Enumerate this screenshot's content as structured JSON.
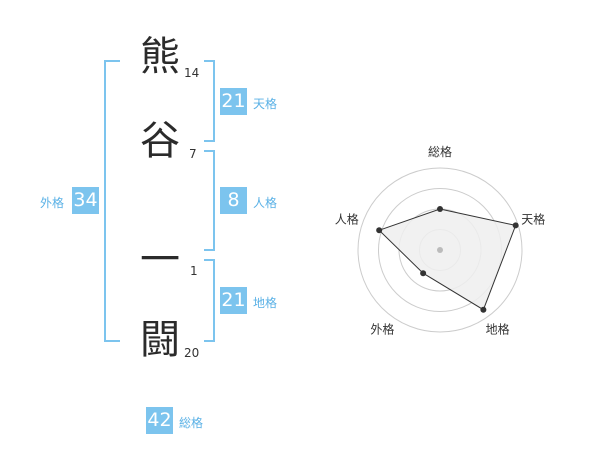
{
  "name": {
    "chars": [
      {
        "char": "熊",
        "strokes": "14"
      },
      {
        "char": "谷",
        "strokes": "7"
      },
      {
        "char": "一",
        "strokes": "1"
      },
      {
        "char": "闘",
        "strokes": "20"
      }
    ]
  },
  "kaku": {
    "tenkaku": {
      "value": "21",
      "label": "天格"
    },
    "jinkaku": {
      "value": "8",
      "label": "人格"
    },
    "chikaku": {
      "value": "21",
      "label": "地格"
    },
    "gaikaku": {
      "value": "34",
      "label": "外格"
    },
    "soukaku": {
      "value": "42",
      "label": "総格"
    }
  },
  "chart_data": {
    "type": "radar",
    "axes": [
      "総格",
      "天格",
      "地格",
      "外格",
      "人格"
    ],
    "values": [
      0.5,
      0.97,
      0.9,
      0.35,
      0.78
    ],
    "rings": 4,
    "range": [
      0,
      1
    ]
  },
  "colors": {
    "accent": "#7cc4ee",
    "accent_text": "#5ab1e6",
    "radar_fill": "#eeeeee",
    "radar_stroke": "#333333",
    "ring": "#cccccc"
  }
}
